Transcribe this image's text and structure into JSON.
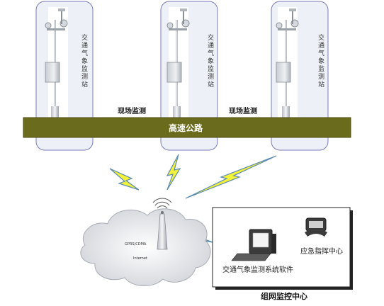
{
  "stations": [
    {
      "label": "交通气象监测站"
    },
    {
      "label": "交通气象监测站"
    },
    {
      "label": "交通气象监测站"
    }
  ],
  "onsite_labels": [
    "现场监测",
    "现场监测"
  ],
  "road_label": "高速公路",
  "network_label": "GPRS/CDMA",
  "internet_label": "Internet",
  "software_label": "交通气象监测系统软件",
  "emergency_label": "应急指挥中心",
  "center_label": "组网监控中心",
  "colors": {
    "road": "#6b6b1d",
    "road_text": "#ffffff",
    "panel_border": "#7a7ab8",
    "panel_fill": "#eef0f8",
    "lightning_fill": "#f2f23a",
    "lightning_stroke": "#5a8ab0"
  }
}
